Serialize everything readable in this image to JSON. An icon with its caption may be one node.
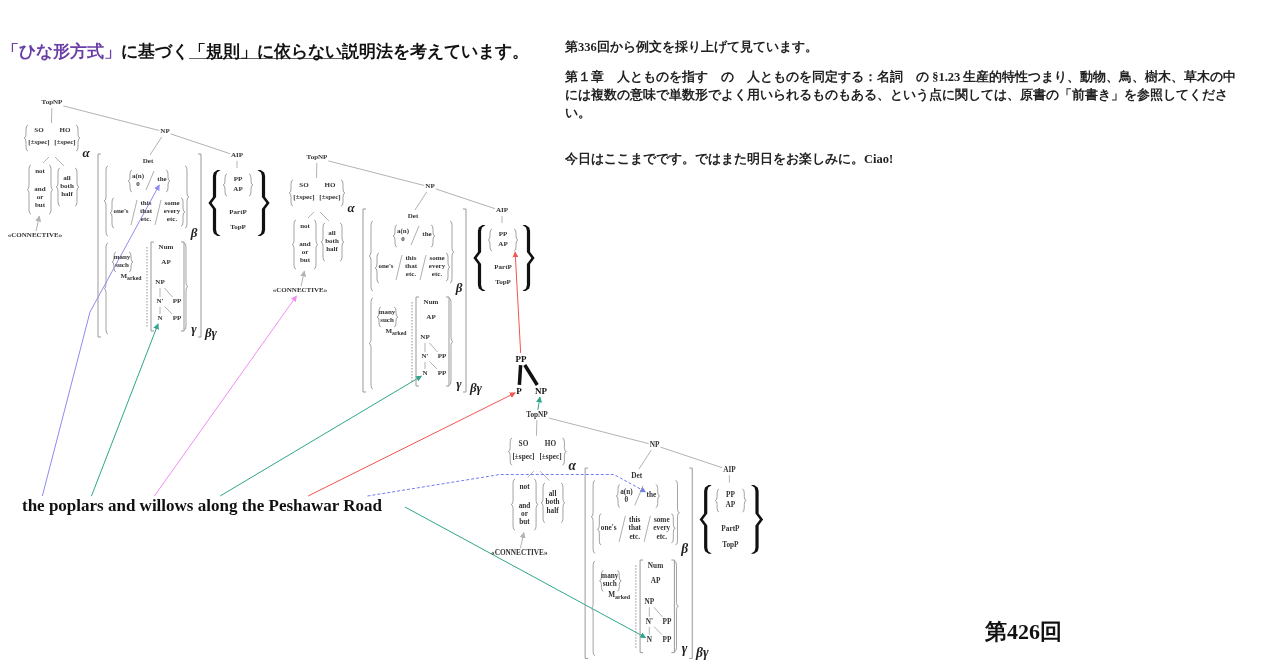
{
  "diagram": {
    "title": "**「ひな形方式」**に基づく**「規則」に依らない**説明法を考えています。",
    "nodes": [
      {
        "text": [
          "TopNP"
        ]
      },
      {
        "text": [
          "SO",
          "HO",
          "[±spec]",
          "[±spec]"
        ],
        "beside": [
          "α"
        ]
      },
      {
        "text": [
          "not",
          "and or but"
        ]
      },
      {
        "text": [
          "all both half"
        ]
      },
      {
        "text": [
          "«CONNECTIVE»"
        ]
      },
      {
        "text": [
          "NP"
        ]
      },
      {
        "text": [],
        "shape": "bracket",
        "beside": [
          "βγ"
        ]
      },
      {
        "text": [
          "Det",
          "a(n) 0",
          "one's",
          "this that etc.",
          "some every etc."
        ],
        "in": 6,
        "beside": [
          "β"
        ]
      },
      {
        "text": [
          "the"
        ],
        "in": 7
      },
      {
        "text": [
          "many such",
          "M$_{arked}$"
        ],
        "in": 6,
        "beside": [
          "γ"
        ]
      },
      {
        "text": [
          "Num",
          "AP"
        ],
        "in": 9
      },
      {
        "text": [
          "NP"
        ],
        "in": 10
      },
      {
        "text": [
          "N'"
        ],
        "in": 10
      },
      {
        "text": [
          "PP"
        ],
        "in": 10
      },
      {
        "text": [
          "N"
        ],
        "in": 10
      },
      {
        "text": [
          "PP"
        ],
        "in": 10
      },
      {
        "text": [
          "AIP"
        ]
      },
      {
        "text": [
          "PartP",
          "TopP"
        ]
      },
      {
        "text": [
          "PP",
          "AP"
        ],
        "in": 17
      },
      {
        "text": [
          "TopNP"
        ]
      },
      {
        "text": [
          "SO",
          "HO",
          "[±spec]",
          "[±spec]"
        ],
        "beside": [
          "α"
        ]
      },
      {
        "text": [
          "not",
          "and or but"
        ]
      },
      {
        "text": [
          "all both half"
        ]
      },
      {
        "text": [
          "«CONNECTIVE»"
        ]
      },
      {
        "text": [
          "NP"
        ]
      },
      {
        "text": [],
        "shape": "bracket",
        "beside": [
          "βγ"
        ]
      },
      {
        "text": [
          "Det",
          "a(n) 0",
          "one's",
          "this that etc.",
          "some every etc."
        ],
        "in": 25,
        "beside": [
          "β"
        ]
      },
      {
        "text": [
          "the"
        ],
        "in": 26
      },
      {
        "text": [
          "many such",
          "M$_{arked}$"
        ],
        "in": 25,
        "beside": [
          "γ"
        ]
      },
      {
        "text": [
          "Num",
          "AP"
        ],
        "in": 28
      },
      {
        "text": [
          "NP"
        ],
        "in": 29
      },
      {
        "text": [
          "N'"
        ],
        "in": 29
      },
      {
        "text": [
          "PP"
        ],
        "in": 29
      },
      {
        "text": [
          "N"
        ],
        "in": 29
      },
      {
        "text": [
          "PP"
        ],
        "in": 29
      },
      {
        "text": [
          "AIP"
        ]
      },
      {
        "text": [
          "PartP",
          "TopP"
        ]
      },
      {
        "text": [
          "PP",
          "AP"
        ],
        "in": 36
      },
      {
        "text": [
          "TopNP"
        ]
      },
      {
        "text": [
          "SO",
          "HO",
          "[±spec]",
          "[±spec]"
        ],
        "beside": [
          "α"
        ]
      },
      {
        "text": [
          "not",
          "and or but"
        ]
      },
      {
        "text": [
          "all both half"
        ]
      },
      {
        "text": [
          "«CONNECTIVE»"
        ]
      },
      {
        "text": [
          "NP"
        ]
      },
      {
        "text": [],
        "shape": "bracket",
        "beside": [
          "βγ"
        ]
      },
      {
        "text": [
          "Det",
          "a(n) 0",
          "one's",
          "this that etc.",
          "some every etc."
        ],
        "in": 44,
        "beside": [
          "β"
        ]
      },
      {
        "text": [
          "the"
        ],
        "in": 45
      },
      {
        "text": [
          "many such",
          "M$_{arked}$"
        ],
        "in": 44,
        "beside": [
          "γ"
        ]
      },
      {
        "text": [
          "Num",
          "AP"
        ],
        "in": 47
      },
      {
        "text": [
          "NP"
        ],
        "in": 48
      },
      {
        "text": [
          "N'"
        ],
        "in": 48
      },
      {
        "text": [
          "PP"
        ],
        "in": 48
      },
      {
        "text": [
          "N"
        ],
        "in": 48
      },
      {
        "text": [
          "PP"
        ],
        "in": 48
      },
      {
        "text": [
          "AIP"
        ]
      },
      {
        "text": [
          "PartP",
          "TopP"
        ]
      },
      {
        "text": [
          "PP",
          "AP"
        ],
        "in": 55
      },
      {
        "text": [
          "PP"
        ]
      },
      {
        "text": [
          "P"
        ]
      },
      {
        "text": [
          "NP"
        ]
      },
      {
        "text": [
          "the poplars and willows along the Peshawar Road"
        ]
      }
    ],
    "edges": [
      {
        "from": 0,
        "to": 1,
        "arrow": "none"
      },
      {
        "from": 0,
        "to": 5,
        "arrow": "none"
      },
      {
        "from": 1,
        "to": 2,
        "arrow": "none"
      },
      {
        "from": 1,
        "to": 3,
        "arrow": "none"
      },
      {
        "from": 4,
        "to": 2,
        "arrow": "to"
      },
      {
        "from": 5,
        "to": 7,
        "arrow": "none"
      },
      {
        "from": 5,
        "to": 16,
        "arrow": "none"
      },
      {
        "from": 16,
        "to": 17,
        "arrow": "none"
      },
      {
        "from": 11,
        "to": 12,
        "arrow": "none"
      },
      {
        "from": 11,
        "to": 13,
        "arrow": "none"
      },
      {
        "from": 12,
        "to": 14,
        "arrow": "none"
      },
      {
        "from": 12,
        "to": 15,
        "arrow": "none"
      },
      {
        "from": 19,
        "to": 20,
        "arrow": "none"
      },
      {
        "from": 19,
        "to": 24,
        "arrow": "none"
      },
      {
        "from": 20,
        "to": 21,
        "arrow": "none"
      },
      {
        "from": 20,
        "to": 22,
        "arrow": "none"
      },
      {
        "from": 23,
        "to": 21,
        "arrow": "to"
      },
      {
        "from": 24,
        "to": 26,
        "arrow": "none"
      },
      {
        "from": 24,
        "to": 35,
        "arrow": "none"
      },
      {
        "from": 35,
        "to": 36,
        "arrow": "none"
      },
      {
        "from": 30,
        "to": 31,
        "arrow": "none"
      },
      {
        "from": 30,
        "to": 32,
        "arrow": "none"
      },
      {
        "from": 31,
        "to": 33,
        "arrow": "none"
      },
      {
        "from": 31,
        "to": 34,
        "arrow": "none"
      },
      {
        "from": 38,
        "to": 39,
        "arrow": "none"
      },
      {
        "from": 38,
        "to": 43,
        "arrow": "none"
      },
      {
        "from": 39,
        "to": 40,
        "arrow": "none"
      },
      {
        "from": 39,
        "to": 41,
        "arrow": "none"
      },
      {
        "from": 42,
        "to": 40,
        "arrow": "to"
      },
      {
        "from": 43,
        "to": 45,
        "arrow": "none"
      },
      {
        "from": 43,
        "to": 54,
        "arrow": "none"
      },
      {
        "from": 54,
        "to": 55,
        "arrow": "none"
      },
      {
        "from": 49,
        "to": 50,
        "arrow": "none"
      },
      {
        "from": 49,
        "to": 51,
        "arrow": "none"
      },
      {
        "from": 50,
        "to": 52,
        "arrow": "none"
      },
      {
        "from": 50,
        "to": 53,
        "arrow": "none"
      },
      {
        "from": 57,
        "to": 58,
        "arrow": "none",
        "style": "thick",
        "color": "#111111"
      },
      {
        "from": 57,
        "to": 59,
        "arrow": "none",
        "style": "thick",
        "color": "#111111"
      },
      {
        "from": 60,
        "to": 8,
        "arrow": "to",
        "color": "#8e8cf2"
      },
      {
        "from": 60,
        "to": 14,
        "arrow": "to",
        "color": "#2fa58c"
      },
      {
        "from": 60,
        "to": 23,
        "arrow": "to",
        "color": "#f28cf2"
      },
      {
        "from": 60,
        "to": 33,
        "arrow": "to",
        "color": "#2fa58c"
      },
      {
        "from": 60,
        "to": 58,
        "arrow": "to",
        "color": "#f0564e"
      },
      {
        "from": 57,
        "to": 37,
        "arrow": "to",
        "color": "#f0564e"
      },
      {
        "from": 38,
        "to": 59,
        "arrow": "to",
        "color": "#2fa58c"
      },
      {
        "from": 60,
        "to": 46,
        "arrow": "to",
        "style": "dashed",
        "color": "#6f7ef2"
      },
      {
        "from": 60,
        "to": 52,
        "arrow": "to",
        "color": "#2fa58c"
      }
    ],
    "labels": [
      "第336回から例文を採り上げて見ています。",
      "第１章　人とものを指す　の　人とものを同定する：名詞　の §1.23 生産的特性つまり、動物、鳥、樹木、草木の中には複数の意味で単数形でよく用いられるものもある、という点に関しては、原書の「前書き」を参照してください。",
      "今日はここまでです。ではまた明日をお楽しみに。Ciao!",
      "第426回"
    ]
  }
}
